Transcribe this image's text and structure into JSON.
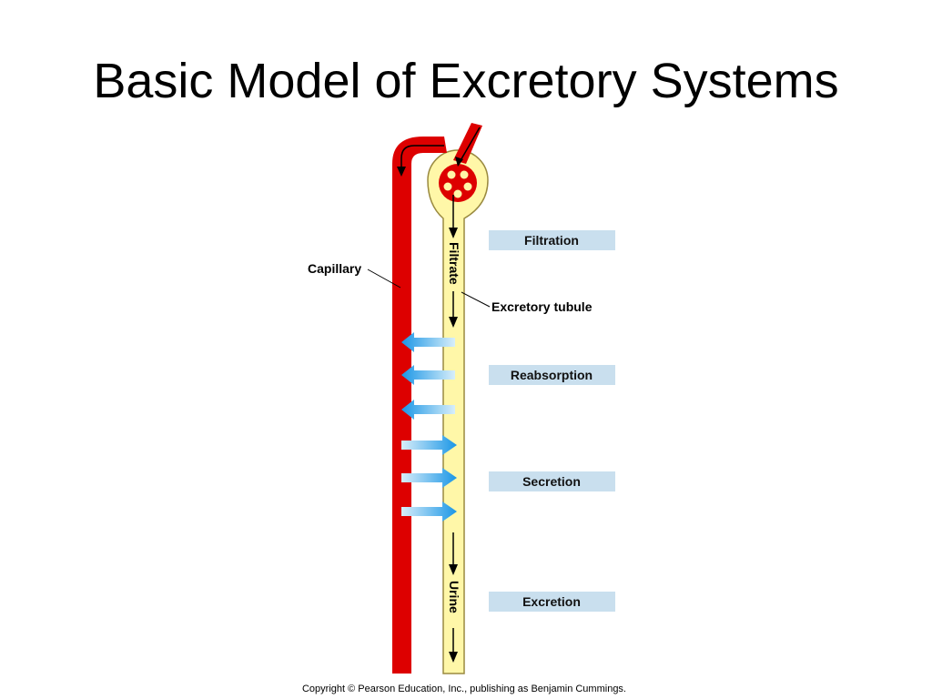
{
  "title": "Basic Model of Excretory Systems",
  "labels": {
    "capillary": "Capillary",
    "excretory_tubule": "Excretory tubule",
    "filtrate": "Filtrate",
    "urine": "Urine"
  },
  "process_boxes": [
    {
      "label": "Filtration"
    },
    {
      "label": "Reabsorption"
    },
    {
      "label": "Secretion"
    },
    {
      "label": "Excretion"
    }
  ],
  "copyright": "Copyright © Pearson Education, Inc., publishing as Benjamin Cummings.",
  "colors": {
    "capillary": "#dd0000",
    "tubule": "#fff7a8",
    "tubule_outline": "#9a8a40",
    "box_fill": "#c9dfee",
    "arrow": "#1aa0e8"
  }
}
